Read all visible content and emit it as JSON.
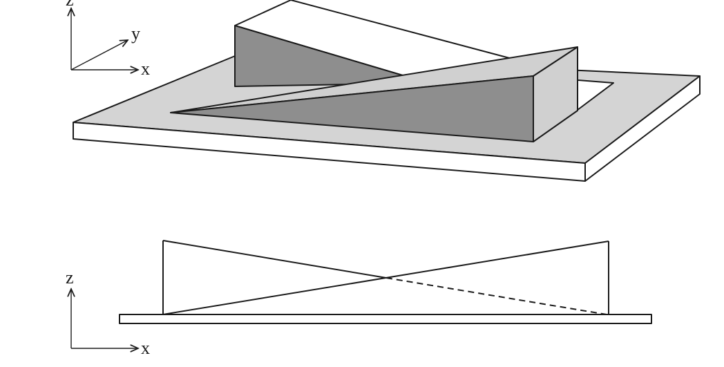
{
  "top_view": {
    "axes": {
      "z": "z",
      "y": "y",
      "x": "x"
    }
  },
  "side_view": {
    "axes": {
      "z": "z",
      "x": "x"
    }
  },
  "colors": {
    "plate_top": "#d4d4d4",
    "plate_side": "#ffffff",
    "wedge_light": "#d0d0d0",
    "wedge_dark": "#8e8e8e",
    "line": "#1a1a1a"
  }
}
